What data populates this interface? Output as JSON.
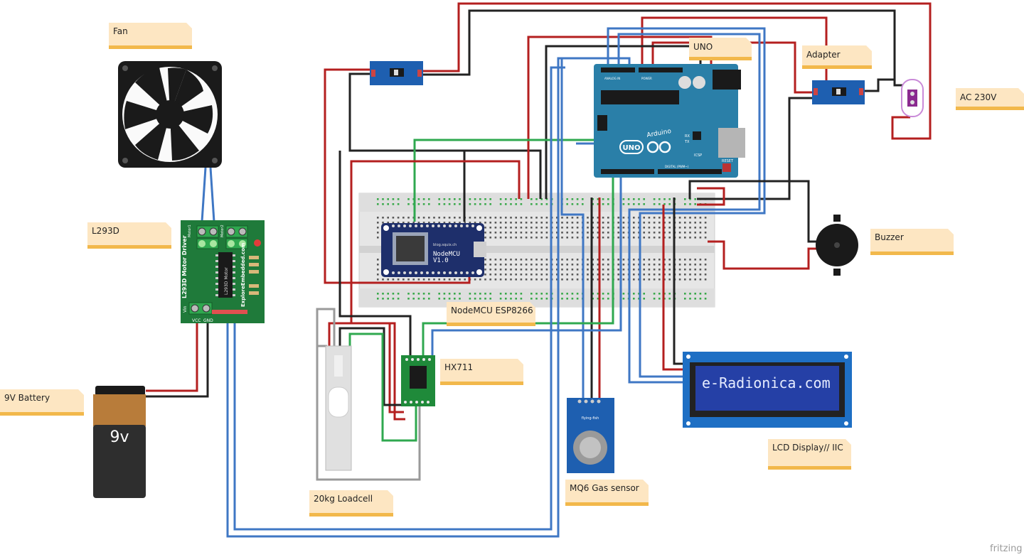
{
  "watermark": "fritzing",
  "colors": {
    "wire_red": "#b41f1f",
    "wire_black": "#222222",
    "wire_blue": "#3f77c4",
    "wire_green": "#2fa84f",
    "wire_gray": "#9a9a9a",
    "pcb_blue": "#2a6fa8",
    "pcb_green": "#1f7a3a",
    "note_bg": "#fde6c2",
    "note_bar": "#f2b84b"
  },
  "labels": {
    "fan": "Fan",
    "l293d": "L293D",
    "battery": "9V Battery",
    "loadcell": "20kg Loadcell",
    "nodemcu": "NodeMCU ESP8266",
    "hx711": "HX711",
    "mq6": "MQ6 Gas sensor",
    "lcd": "LCD Display// IIC",
    "buzzer": "Buzzer",
    "uno": "UNO",
    "adapter": "Adapter",
    "ac": "AC 230V"
  },
  "components": {
    "battery_face": "9v",
    "lcd_screen": "e-Radionica.com",
    "nodemcu_line1": "NodeMCU",
    "nodemcu_line2": "V1.0",
    "nodemcu_site": "blog.squix.ch",
    "driver_title": "L293D Motor Driver",
    "driver_site": "ExploreEmbedded.com",
    "driver_chip": "L293D Motor",
    "driver_motor1": "Motor1",
    "driver_motor2": "Motor2",
    "driver_vin": "Vin",
    "driver_vcc": "VCC",
    "driver_gnd": "GND",
    "uno_logo": "UNO",
    "uno_brand": "Arduino",
    "uno_reset": "RESET",
    "uno_icsp": "ICSP",
    "uno_analog": "ANALOG IN",
    "uno_power": "POWER",
    "uno_digital": "DIGITAL (PWM~)",
    "uno_tx": "TX",
    "uno_rx": "RX",
    "mq6_brand": "flying-fish"
  }
}
